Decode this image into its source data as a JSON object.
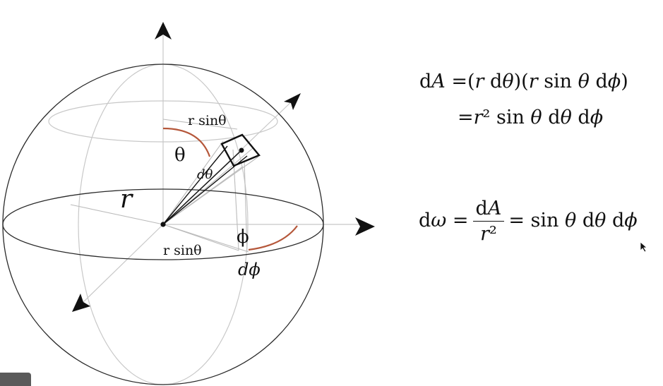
{
  "diagram": {
    "labels": {
      "r": "r",
      "r_sin_theta_top": "r sinθ",
      "theta": "θ",
      "d_theta": "dθ",
      "phi": "ϕ",
      "r_sin_theta_bottom": "r sinθ",
      "d_phi": "dϕ"
    }
  },
  "equations": {
    "dA_line1": [
      "d",
      "A",
      " =(",
      "r",
      " d",
      "θ",
      ")(",
      "r",
      " sin ",
      "θ",
      " d",
      "ϕ",
      ")"
    ],
    "dA_line2": [
      "=",
      "r",
      "²",
      " sin ",
      "θ",
      " d",
      "θ",
      " d",
      "ϕ"
    ],
    "domega": {
      "lhs": [
        "d",
        "ω",
        " ="
      ],
      "num": [
        "d",
        "A"
      ],
      "den": [
        "r",
        "²"
      ],
      "rhs": [
        "= sin ",
        "θ",
        " d",
        "θ",
        " d",
        "ϕ"
      ]
    }
  },
  "colors": {
    "angle_arc": "#b5573a",
    "ink": "#111111",
    "grid": "#c8c8c8"
  }
}
